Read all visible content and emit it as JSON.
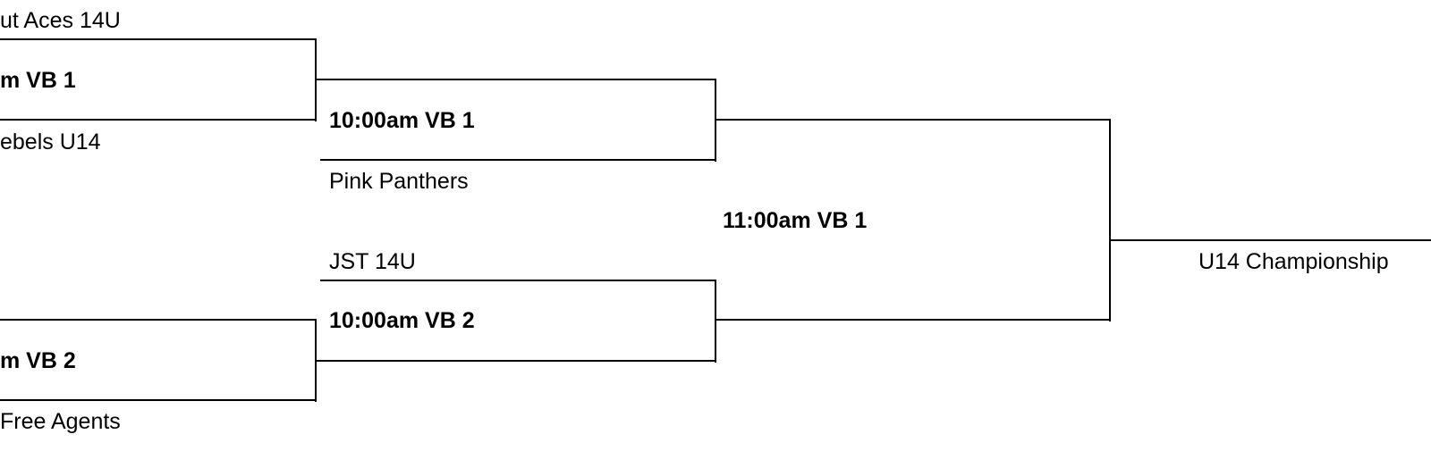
{
  "bracket": {
    "round1": [
      {
        "team_top": "ut Aces 14U",
        "game": "m VB 1",
        "team_bottom": "ebels U14"
      },
      {
        "team_top": "",
        "game": "m VB 2",
        "team_bottom": "Free Agents"
      }
    ],
    "round2": [
      {
        "game": "10:00am VB 1",
        "team_bottom": "Pink Panthers"
      },
      {
        "team_top": "JST 14U",
        "game": "10:00am VB 2"
      }
    ],
    "final": {
      "game": "11:00am VB 1"
    },
    "champion": {
      "label": "U14 Championship"
    }
  },
  "colors": {
    "line": "#000000",
    "text": "#000000",
    "background": "#ffffff"
  }
}
